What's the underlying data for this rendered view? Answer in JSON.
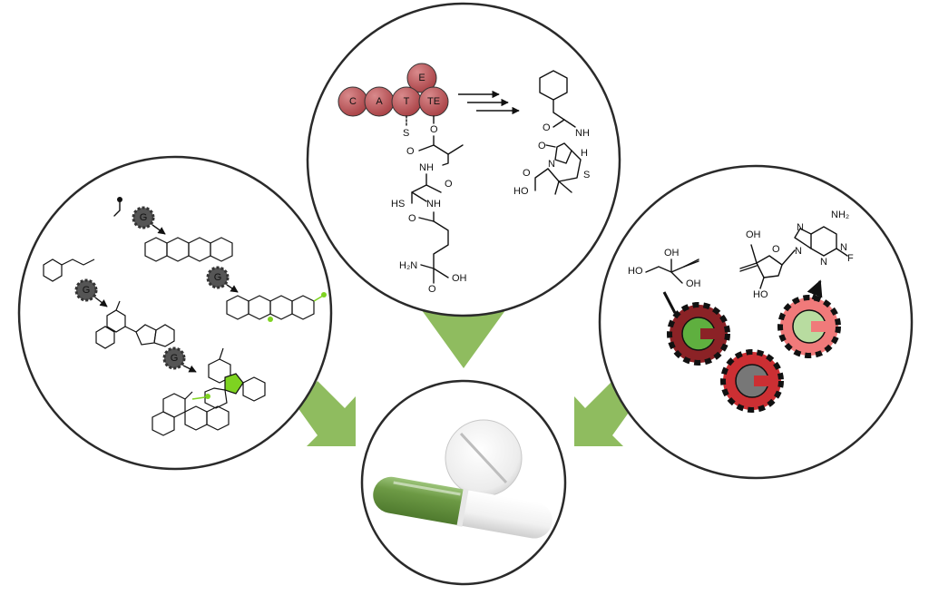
{
  "colors": {
    "arrow_green": "#8fbc5f",
    "domain_red": "#b5494c",
    "gear_dark_red": "#8b2226",
    "gear_red": "#cc2f33",
    "gear_pink": "#f07a7a",
    "gear_grey": "#555555",
    "highlight_green": "#7ed321",
    "capsule_green": "#6d9a45"
  },
  "top_panel": {
    "nrps_domains": [
      "C",
      "A",
      "T",
      "TE",
      "E"
    ],
    "tether_label": "S",
    "atoms": {
      "o_ester": "O",
      "o_val": "O",
      "nh_val": "NH",
      "o_cys": "O",
      "hs": "HS",
      "nh_cys": "NH",
      "o_aad": "O",
      "h2n": "H₂N",
      "oh_acid": "OH",
      "o_acid": "O"
    },
    "product_atoms": {
      "o_amide": "O",
      "nh_side": "NH",
      "o_lactam": "O",
      "n_ring": "N",
      "h": "H",
      "s_ring": "S",
      "o_acid": "O",
      "ho": "HO"
    }
  },
  "left_panel": {
    "enzyme_letter": "G"
  },
  "right_panel": {
    "substrate_atoms": {
      "ho_left": "HO",
      "oh_top": "OH",
      "oh_right": "OH"
    },
    "product_atoms": {
      "nh2": "NH₂",
      "n1": "N",
      "n2": "N",
      "n3": "N",
      "n4": "N",
      "f": "F",
      "oh_top": "OH",
      "ho_bottom": "HO",
      "o_ring": "O"
    }
  },
  "icons": [
    "capsule-icon",
    "tablet-icon",
    "gear-icon",
    "arrow-icon"
  ]
}
